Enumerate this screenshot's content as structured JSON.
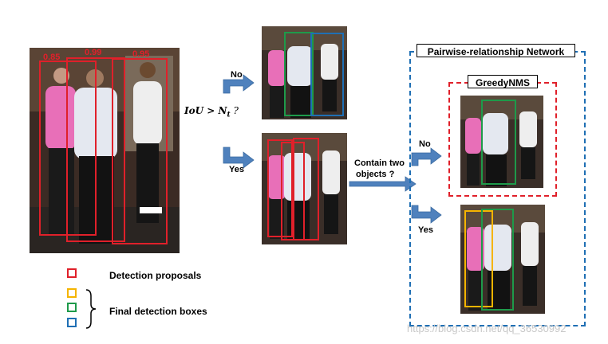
{
  "scores": [
    "0.85",
    "0.99",
    "0.95"
  ],
  "branch1": {
    "formula": "IoU > N",
    "subscript": "t",
    "suffix": " ?",
    "no": "No",
    "yes": "Yes"
  },
  "branch2": {
    "question_line1": "Contain two",
    "question_line2": "objects ?",
    "no": "No",
    "yes": "Yes"
  },
  "prn": {
    "title": "Pairwise-relationship Network"
  },
  "greedy": {
    "title": "GreedyNMS"
  },
  "legend": {
    "proposals_label": "Detection proposals",
    "final_label": "Final detection boxes"
  },
  "watermark": "https://blog.csdn.net/qq_36530992",
  "colors": {
    "proposal": "#e0202a",
    "final": [
      "#f5b400",
      "#1e9a4a",
      "#1f6fb4"
    ],
    "arrow": "#4f81bd",
    "prn_border": "#1f6fb4",
    "greedy_border": "#e0202a"
  }
}
